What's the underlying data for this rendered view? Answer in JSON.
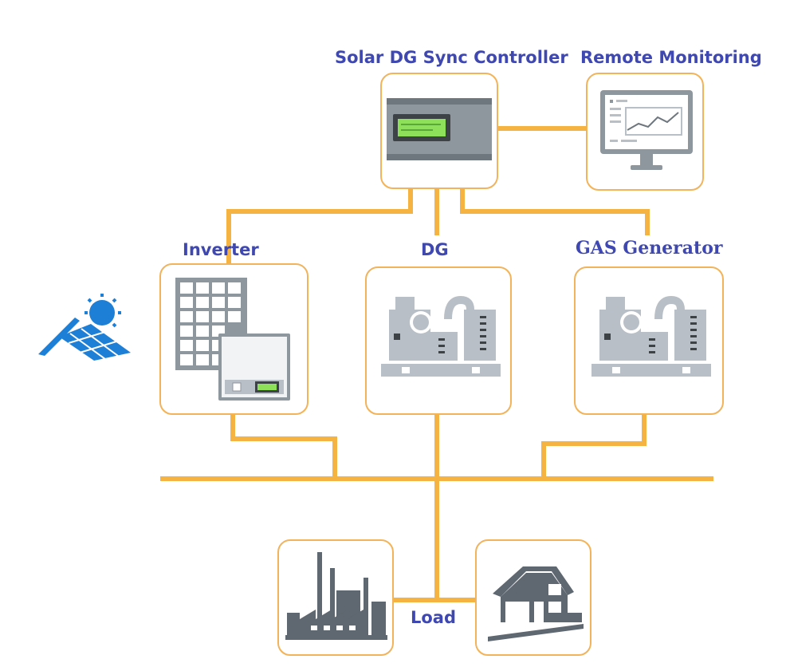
{
  "labels": {
    "controller": "Solar DG Sync Controller",
    "remote": "Remote Monitoring",
    "inverter": "Inverter",
    "dg": "DG",
    "gas": "GAS Generator",
    "load": "Load"
  },
  "colors": {
    "line": "#f5b342",
    "box_border": "#f2b35a",
    "label": "#3f48b0",
    "equipment": "#b9bfc6",
    "equipment_dark": "#8e969e",
    "lcd": "#8ee05a",
    "solar_blue": "#1e7fd6"
  },
  "icons": {
    "controller": "controller-device-icon",
    "remote": "monitor-icon",
    "inverter": "solar-inverter-icon",
    "dg": "diesel-generator-icon",
    "gas": "gas-generator-icon",
    "factory": "factory-icon",
    "house": "house-icon",
    "solar_roof": "solar-roof-icon"
  }
}
